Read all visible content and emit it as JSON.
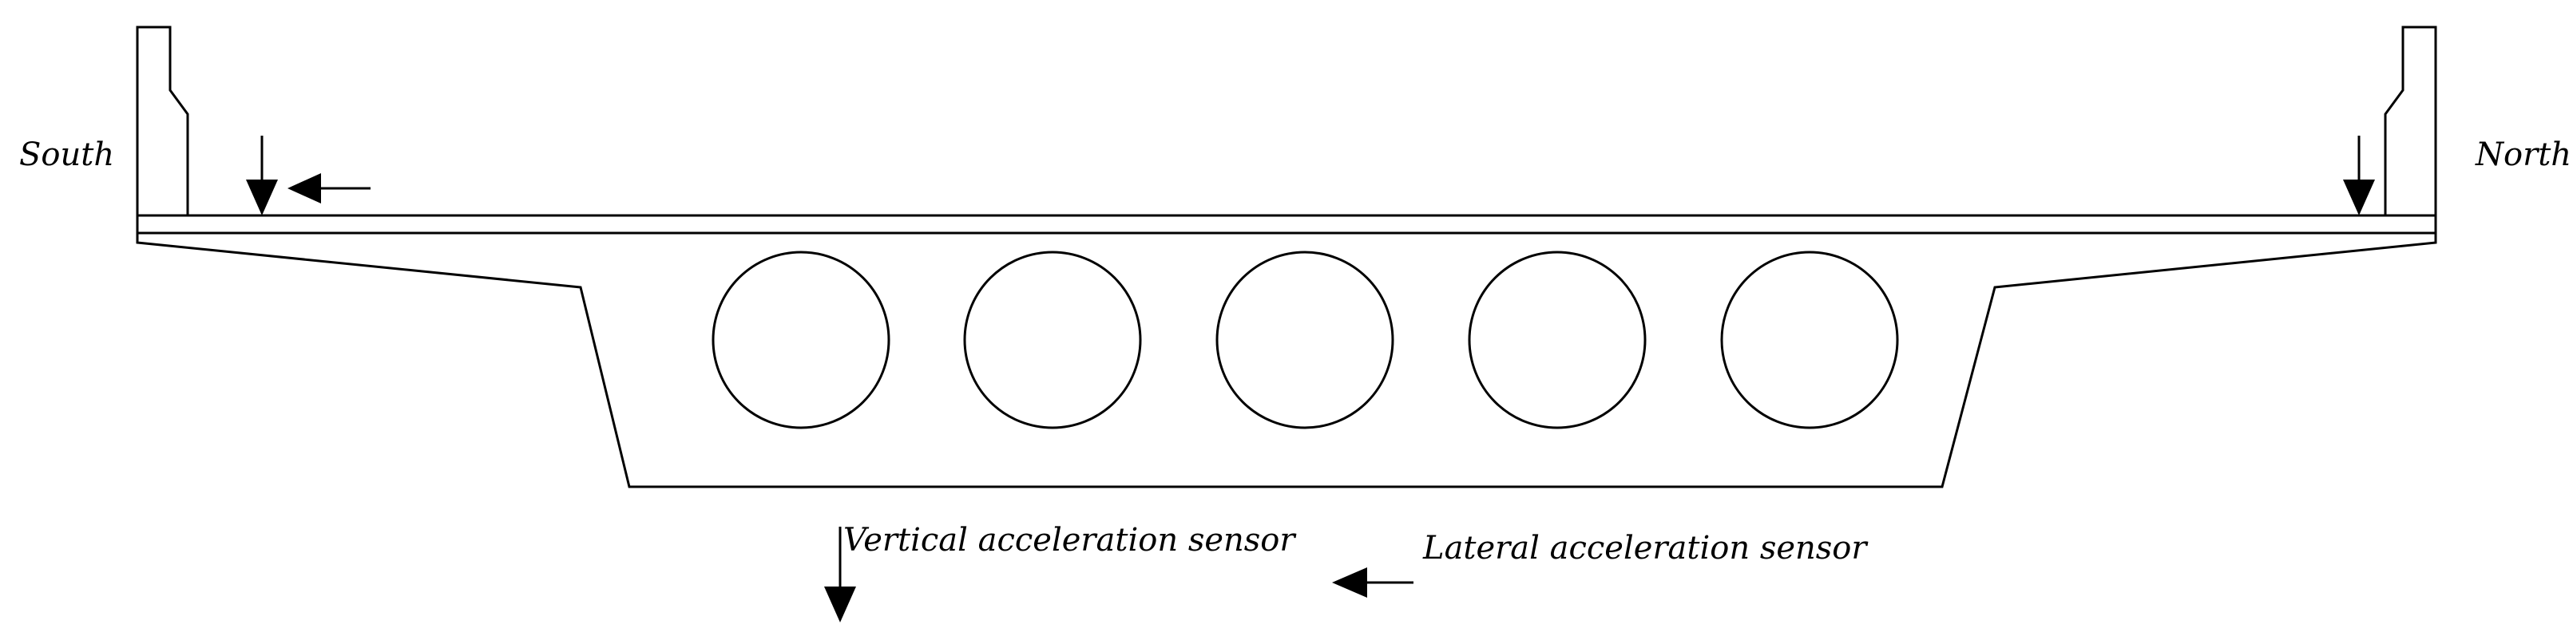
{
  "labels": {
    "south": "South",
    "north": "North"
  },
  "legend": {
    "vertical": "Vertical acceleration sensor",
    "lateral": "Lateral acceleration sensor"
  },
  "colors": {
    "line": "#000000",
    "background": "#ffffff"
  }
}
